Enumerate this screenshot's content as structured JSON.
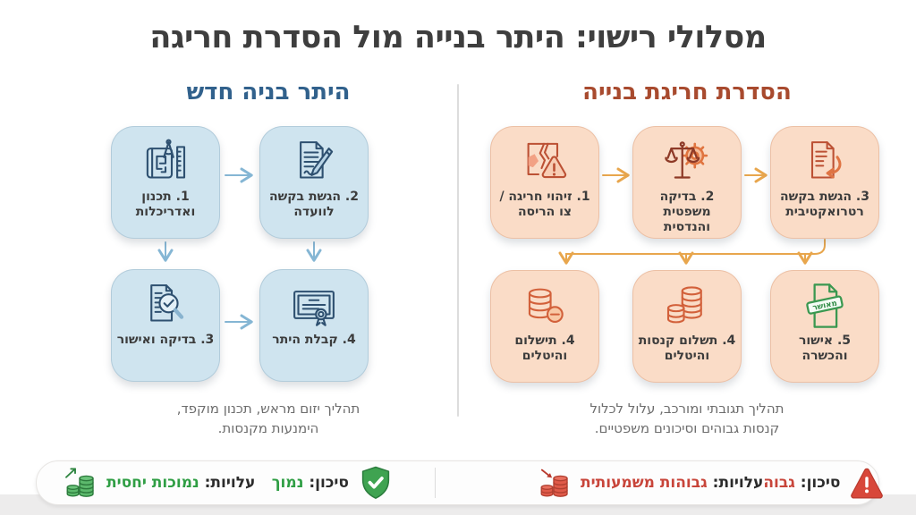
{
  "title": "מסלולי רישוי: היתר בנייה מול הסדרת חריגה",
  "left_panel": {
    "heading": "היתר בניה חדש",
    "heading_color": "#31618c",
    "box_color": "#cfe4ef",
    "arrow_color": "#85b6d4",
    "steps": [
      {
        "label": "1. תכנון ואדריכלות",
        "icon": "blueprint-compass-icon"
      },
      {
        "label": "2. הגשת בקשה לוועדה",
        "icon": "document-pen-icon"
      },
      {
        "label": "3. בדיקה ואישור",
        "icon": "document-magnifier-icon"
      },
      {
        "label": "4. קבלת היתר",
        "icon": "certificate-icon"
      }
    ],
    "caption_lines": [
      "תהליך יזום מראש, תכנון מוקפד,",
      "הימנעות מקנסות."
    ]
  },
  "right_panel": {
    "heading": "הסדרת חריגת בנייה",
    "heading_color": "#a84a2e",
    "box_color": "#fadcc7",
    "arrow_color": "#e8a64d",
    "steps": [
      {
        "label": "1. זיהוי חריגה / צו הריסה",
        "icon": "broken-wall-warning-icon"
      },
      {
        "label": "2. בדיקה משפטית והנדסית",
        "icon": "scales-gear-icon"
      },
      {
        "label": "3. הגשת בקשה רטרואקטיבית",
        "icon": "document-retro-arrow-icon"
      },
      {
        "label": "4. תישלום והיטלים",
        "icon": "coins-minus-icon"
      },
      {
        "label": "4. תשלום קנסות והיטלים",
        "icon": "coins-stack-icon"
      },
      {
        "label": "5. אישור והכשרה",
        "icon": "approved-stamp-icon",
        "stamp_text": "מאושר"
      }
    ],
    "caption_lines": [
      "תהליך תגובתי ומורכב, עלול לכלול",
      "קנסות גבוהים וסיכונים משפטיים."
    ]
  },
  "footer": {
    "left": {
      "costs_label": "עלויות:",
      "costs_value": "נמוכות יחסית",
      "risk_label": "סיכון:",
      "risk_value": "נמוך",
      "accent_color": "#2f9e44",
      "costs_icon": "coins-up-icon",
      "risk_icon": "shield-check-icon"
    },
    "right": {
      "costs_label": "עלויות:",
      "costs_value": "גבוהות משמעותית",
      "risk_label": "סיכון:",
      "risk_value": "גבוה",
      "accent_color": "#c8453a",
      "costs_icon": "coins-down-icon",
      "risk_icon": "warning-triangle-icon"
    }
  }
}
